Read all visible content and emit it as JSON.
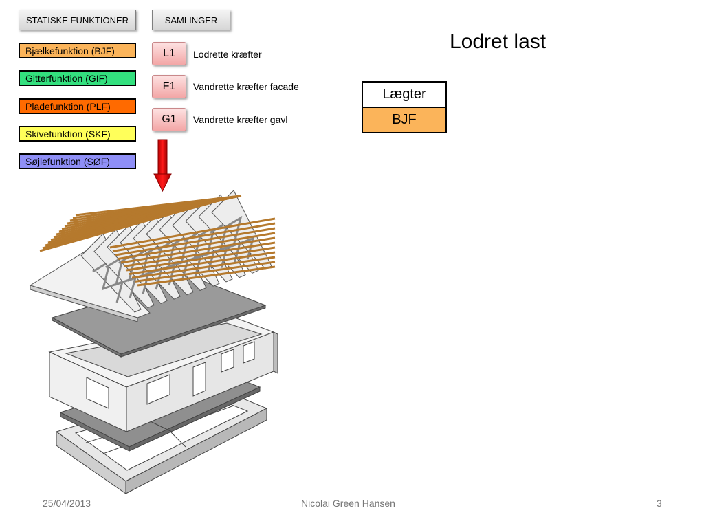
{
  "header": {
    "static_functions_label": "STATISKE FUNKTIONER",
    "connections_label": "SAMLINGER"
  },
  "functions": [
    {
      "label": "Bjælkefunktion (BJF)",
      "color": "#fbb45a"
    },
    {
      "label": "Gitterfunktion (GIF)",
      "color": "#33e07e"
    },
    {
      "label": "Pladefunktion (PLF)",
      "color": "#ff6a00"
    },
    {
      "label": "Skivefunktion (SKF)",
      "color": "#ffff5a"
    },
    {
      "label": "Søjlefunktion (SØF)",
      "color": "#8f8ff7"
    }
  ],
  "connections": [
    {
      "code": "L1",
      "description": "Lodrette kræfter"
    },
    {
      "code": "F1",
      "description": "Vandrette kræfter facade"
    },
    {
      "code": "G1",
      "description": "Vandrette kræfter gavl"
    }
  ],
  "slide_title": "Lodret last",
  "element_table": {
    "element": "Lægter",
    "function": "BJF",
    "function_color": "#fbb45a"
  },
  "arrow_color": "#e00000",
  "footer": {
    "date": "25/04/2013",
    "author": "Nicolai Green Hansen",
    "page_number": "3"
  }
}
